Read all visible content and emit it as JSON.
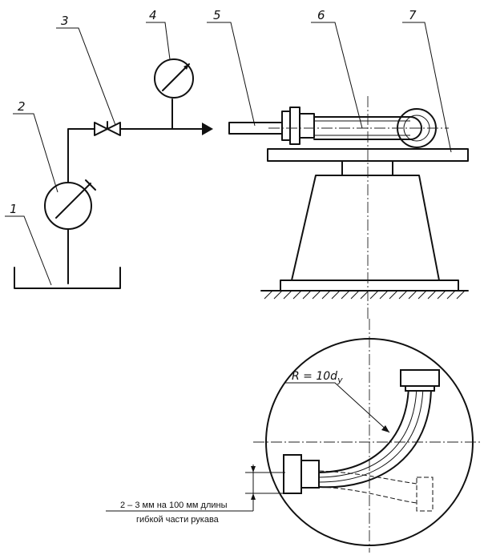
{
  "labels": {
    "l1": "1",
    "l2": "2",
    "l3": "3",
    "l4": "4",
    "l5": "5",
    "l6": "6",
    "l7": "7"
  },
  "detail": {
    "radius_main": "R = 10d",
    "radius_sub": "у"
  },
  "note": {
    "line1": "2 – 3  мм на 100 мм длины",
    "line2": "гибкой  части  рукава"
  }
}
